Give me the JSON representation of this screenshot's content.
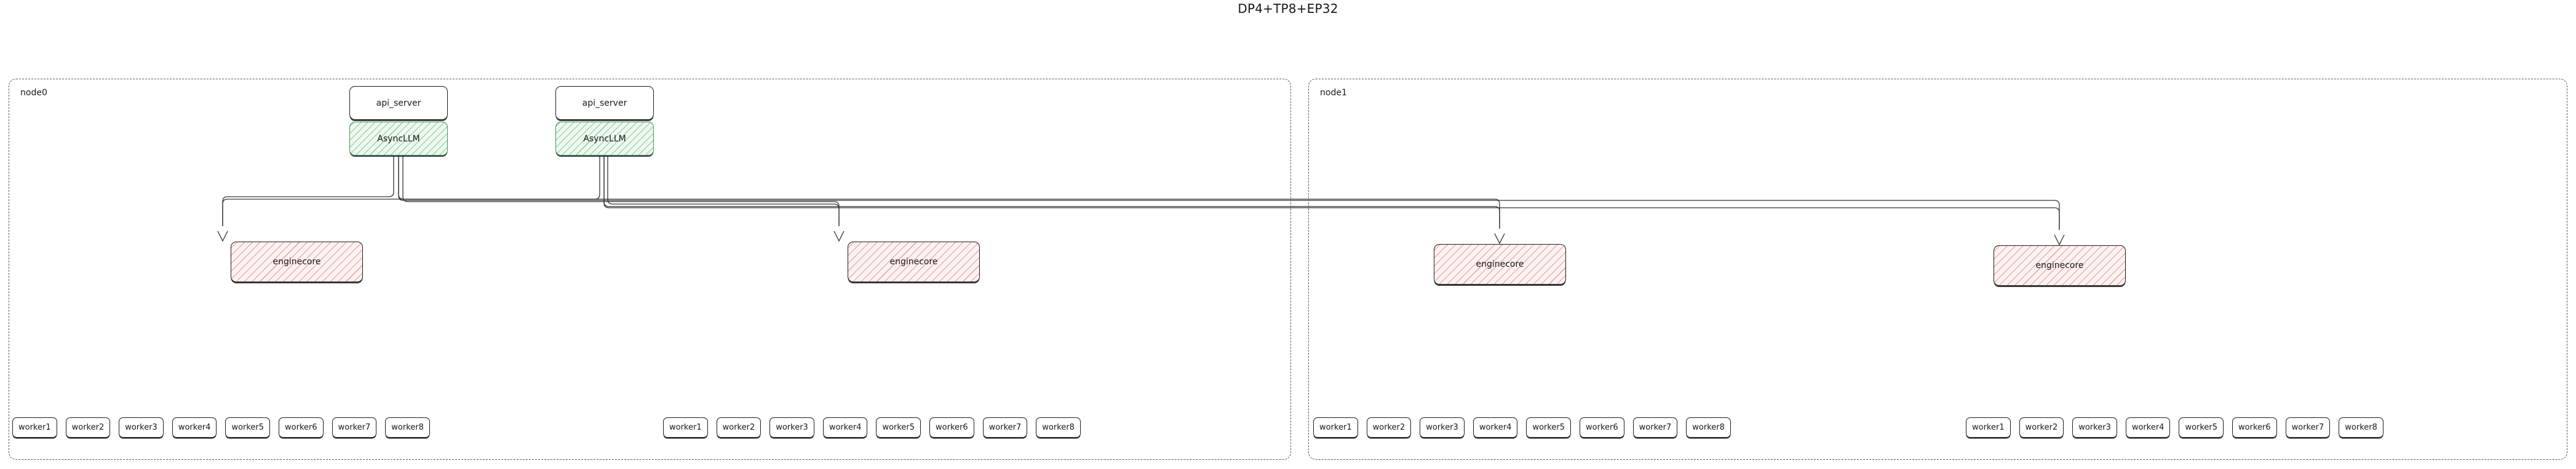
{
  "title": "DP4+TP8+EP32",
  "diagram": {
    "type": "flowchart",
    "nodes": [
      {
        "id": "node0",
        "kind": "node-cluster",
        "label": "node0"
      },
      {
        "id": "node1",
        "kind": "node-cluster",
        "label": "node1"
      }
    ],
    "node0": {
      "label": "node0",
      "api_servers": [
        {
          "api_label": "api_server",
          "async_label": "AsyncLLM"
        },
        {
          "api_label": "api_server",
          "async_label": "AsyncLLM"
        }
      ],
      "enginecores": [
        {
          "label": "enginecore"
        },
        {
          "label": "enginecore"
        }
      ],
      "worker_groups": [
        {
          "workers": [
            "worker1",
            "worker2",
            "worker3",
            "worker4",
            "worker5",
            "worker6",
            "worker7",
            "worker8"
          ]
        },
        {
          "workers": [
            "worker1",
            "worker2",
            "worker3",
            "worker4",
            "worker5",
            "worker6",
            "worker7",
            "worker8"
          ]
        }
      ]
    },
    "node1": {
      "label": "node1",
      "api_servers": [],
      "enginecores": [
        {
          "label": "enginecore"
        },
        {
          "label": "enginecore"
        }
      ],
      "worker_groups": [
        {
          "workers": [
            "worker1",
            "worker2",
            "worker3",
            "worker4",
            "worker5",
            "worker6",
            "worker7",
            "worker8"
          ]
        },
        {
          "workers": [
            "worker1",
            "worker2",
            "worker3",
            "worker4",
            "worker5",
            "worker6",
            "worker7",
            "worker8"
          ]
        }
      ]
    },
    "colors": {
      "background": "#ffffff",
      "text": "#181818",
      "cluster_border": "#555555",
      "node_border": "#1d1d1d",
      "asyncllm_fill": "#eef9f0",
      "asyncllm_border": "#3f9a56",
      "asyncllm_hatch": "#3f9a56",
      "enginecore_fill": "#fdf2f2",
      "enginecore_hatch": "#d67878",
      "edge": "#333333"
    },
    "edges": [
      {
        "from": "node0.asyncllm.0",
        "to": "node0.enginecore.0"
      },
      {
        "from": "node0.asyncllm.0",
        "to": "node0.enginecore.1"
      },
      {
        "from": "node0.asyncllm.0",
        "to": "node1.enginecore.0"
      },
      {
        "from": "node0.asyncllm.0",
        "to": "node1.enginecore.1"
      },
      {
        "from": "node0.asyncllm.1",
        "to": "node0.enginecore.0"
      },
      {
        "from": "node0.asyncllm.1",
        "to": "node0.enginecore.1"
      },
      {
        "from": "node0.asyncllm.1",
        "to": "node1.enginecore.0"
      },
      {
        "from": "node0.asyncllm.1",
        "to": "node1.enginecore.1"
      }
    ]
  }
}
